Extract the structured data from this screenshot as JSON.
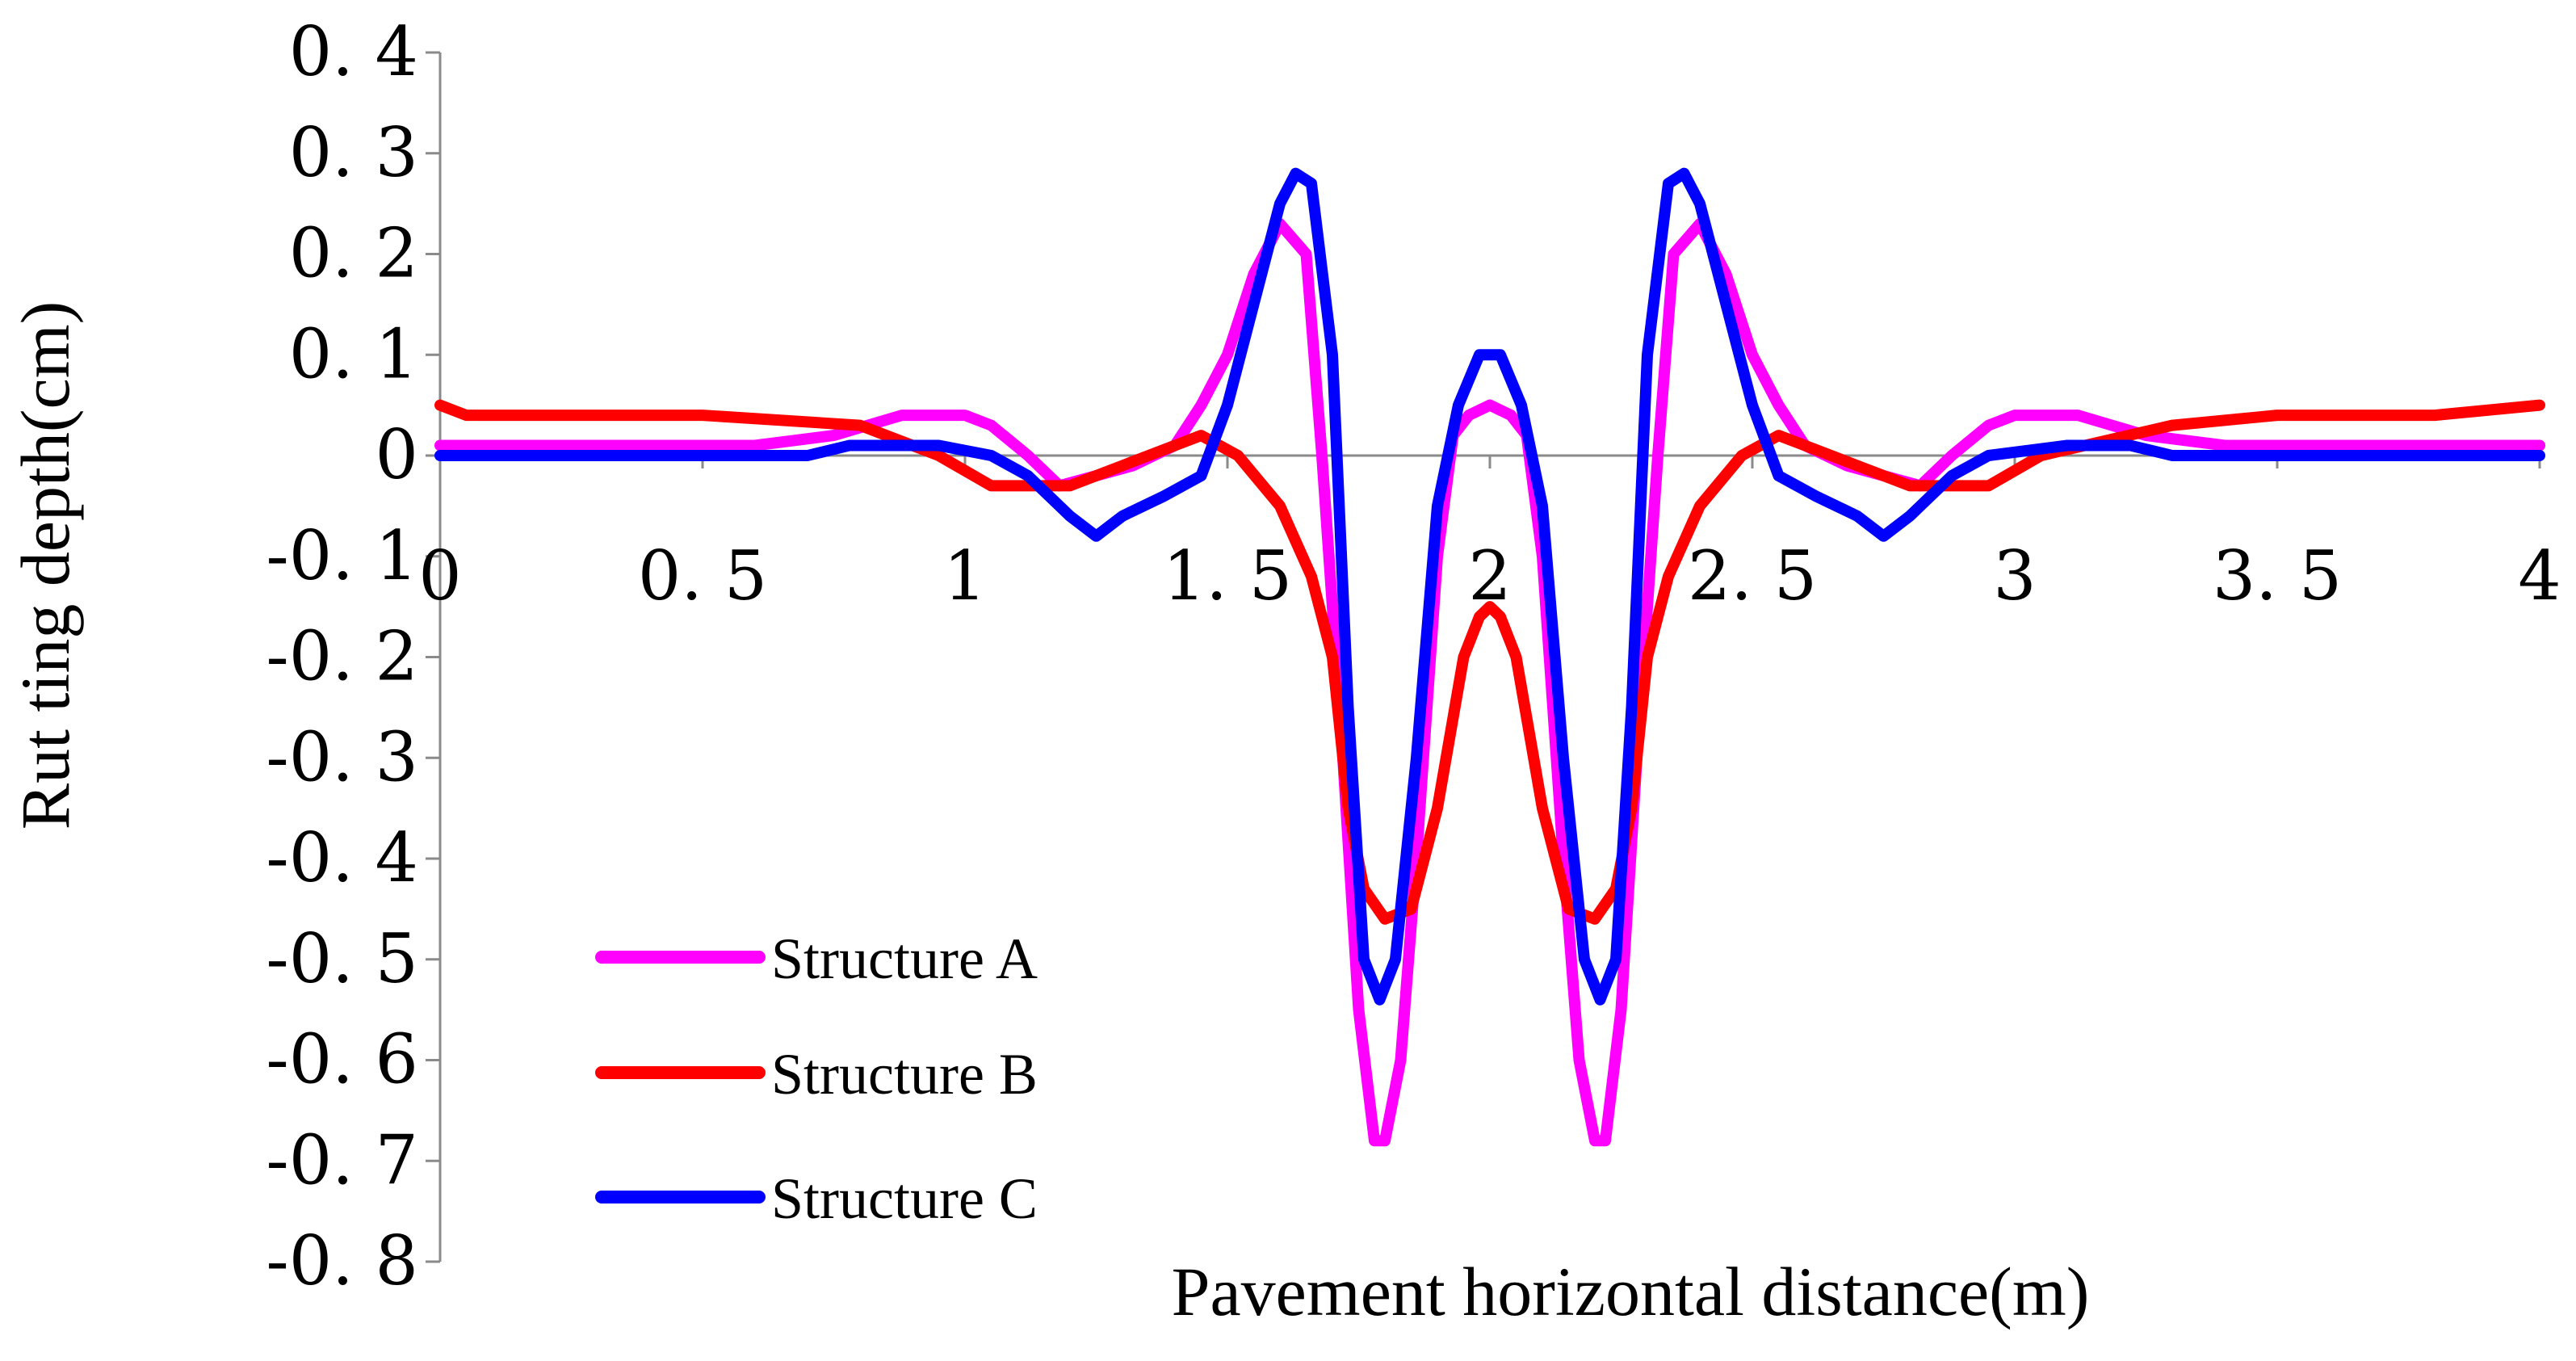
{
  "chart_data": {
    "type": "line",
    "title": "",
    "xlabel": "Pavement horizontal distance(m)",
    "ylabel": "Rut ting depth(cm)",
    "xlim": [
      0,
      4
    ],
    "ylim": [
      -0.8,
      0.4
    ],
    "x_ticks": [
      {
        "value": 0,
        "label": "0"
      },
      {
        "value": 0.5,
        "label": "0. 5"
      },
      {
        "value": 1,
        "label": "1"
      },
      {
        "value": 1.5,
        "label": "1. 5"
      },
      {
        "value": 2,
        "label": "2"
      },
      {
        "value": 2.5,
        "label": "2. 5"
      },
      {
        "value": 3,
        "label": "3"
      },
      {
        "value": 3.5,
        "label": "3. 5"
      },
      {
        "value": 4,
        "label": "4"
      }
    ],
    "y_ticks": [
      {
        "value": 0.4,
        "label": "0. 4"
      },
      {
        "value": 0.3,
        "label": "0. 3"
      },
      {
        "value": 0.2,
        "label": "0. 2"
      },
      {
        "value": 0.1,
        "label": "0. 1"
      },
      {
        "value": 0,
        "label": "0"
      },
      {
        "value": -0.1,
        "label": "-0. 1"
      },
      {
        "value": -0.2,
        "label": "-0. 2"
      },
      {
        "value": -0.3,
        "label": "-0. 3"
      },
      {
        "value": -0.4,
        "label": "-0. 4"
      },
      {
        "value": -0.5,
        "label": "-0. 5"
      },
      {
        "value": -0.6,
        "label": "-0. 6"
      },
      {
        "value": -0.7,
        "label": "-0. 7"
      },
      {
        "value": -0.8,
        "label": "-0. 8"
      }
    ],
    "grid": false,
    "legend_position": "bottom-left",
    "series": [
      {
        "name": "Structure A",
        "color": "#ff00ff",
        "x": [
          0,
          0.3,
          0.6,
          0.75,
          0.88,
          1.0,
          1.05,
          1.12,
          1.18,
          1.25,
          1.32,
          1.4,
          1.45,
          1.5,
          1.55,
          1.6,
          1.65,
          1.68,
          1.72,
          1.75,
          1.78,
          1.8,
          1.83,
          1.86,
          1.9,
          1.93,
          1.96,
          2.0,
          2.04,
          2.07,
          2.1,
          2.14,
          2.17,
          2.2,
          2.22,
          2.25,
          2.28,
          2.32,
          2.35,
          2.4,
          2.45,
          2.5,
          2.55,
          2.6,
          2.68,
          2.75,
          2.82,
          2.88,
          2.95,
          3.0,
          3.12,
          3.25,
          3.4,
          3.7,
          4.0
        ],
        "y": [
          0.01,
          0.01,
          0.01,
          0.02,
          0.04,
          0.04,
          0.03,
          0.0,
          -0.03,
          -0.02,
          -0.01,
          0.01,
          0.05,
          0.1,
          0.18,
          0.23,
          0.2,
          0.0,
          -0.3,
          -0.55,
          -0.68,
          -0.68,
          -0.6,
          -0.4,
          -0.1,
          0.02,
          0.04,
          0.05,
          0.04,
          0.02,
          -0.1,
          -0.4,
          -0.6,
          -0.68,
          -0.68,
          -0.55,
          -0.3,
          0.0,
          0.2,
          0.23,
          0.18,
          0.1,
          0.05,
          0.01,
          -0.01,
          -0.02,
          -0.03,
          0.0,
          0.03,
          0.04,
          0.04,
          0.02,
          0.01,
          0.01,
          0.01
        ]
      },
      {
        "name": "Structure B",
        "color": "#ff0000",
        "x": [
          0,
          0.05,
          0.5,
          0.8,
          0.95,
          1.05,
          1.2,
          1.3,
          1.4,
          1.45,
          1.52,
          1.6,
          1.66,
          1.7,
          1.73,
          1.76,
          1.8,
          1.85,
          1.9,
          1.95,
          1.98,
          2.0,
          2.02,
          2.05,
          2.1,
          2.15,
          2.2,
          2.24,
          2.27,
          2.3,
          2.34,
          2.4,
          2.48,
          2.55,
          2.6,
          2.7,
          2.8,
          2.95,
          3.05,
          3.3,
          3.5,
          3.8,
          4.0
        ],
        "y": [
          0.05,
          0.04,
          0.04,
          0.03,
          0.0,
          -0.03,
          -0.03,
          -0.01,
          0.01,
          0.02,
          0.0,
          -0.05,
          -0.12,
          -0.2,
          -0.35,
          -0.43,
          -0.46,
          -0.45,
          -0.35,
          -0.2,
          -0.16,
          -0.15,
          -0.16,
          -0.2,
          -0.35,
          -0.45,
          -0.46,
          -0.43,
          -0.35,
          -0.2,
          -0.12,
          -0.05,
          0.0,
          0.02,
          0.01,
          -0.01,
          -0.03,
          -0.03,
          0.0,
          0.03,
          0.04,
          0.04,
          0.05
        ]
      },
      {
        "name": "Structure C",
        "color": "#0000ff",
        "x": [
          0,
          0.3,
          0.7,
          0.78,
          0.85,
          0.95,
          1.05,
          1.12,
          1.2,
          1.25,
          1.3,
          1.38,
          1.45,
          1.5,
          1.55,
          1.6,
          1.63,
          1.66,
          1.7,
          1.73,
          1.76,
          1.79,
          1.82,
          1.86,
          1.9,
          1.94,
          1.98,
          2.0,
          2.02,
          2.06,
          2.1,
          2.14,
          2.18,
          2.21,
          2.24,
          2.27,
          2.3,
          2.34,
          2.37,
          2.4,
          2.45,
          2.5,
          2.55,
          2.62,
          2.7,
          2.75,
          2.8,
          2.88,
          2.95,
          3.1,
          3.15,
          3.22,
          3.3,
          3.6,
          4.0
        ],
        "y": [
          0.0,
          0.0,
          0.0,
          0.01,
          0.01,
          0.01,
          0.0,
          -0.02,
          -0.06,
          -0.08,
          -0.06,
          -0.04,
          -0.02,
          0.05,
          0.15,
          0.25,
          0.28,
          0.27,
          0.1,
          -0.25,
          -0.5,
          -0.54,
          -0.5,
          -0.3,
          -0.05,
          0.05,
          0.1,
          0.1,
          0.1,
          0.05,
          -0.05,
          -0.3,
          -0.5,
          -0.54,
          -0.5,
          -0.25,
          0.1,
          0.27,
          0.28,
          0.25,
          0.15,
          0.05,
          -0.02,
          -0.04,
          -0.06,
          -0.08,
          -0.06,
          -0.02,
          0.0,
          0.01,
          0.01,
          0.01,
          0.0,
          0.0,
          0.0
        ]
      }
    ]
  }
}
